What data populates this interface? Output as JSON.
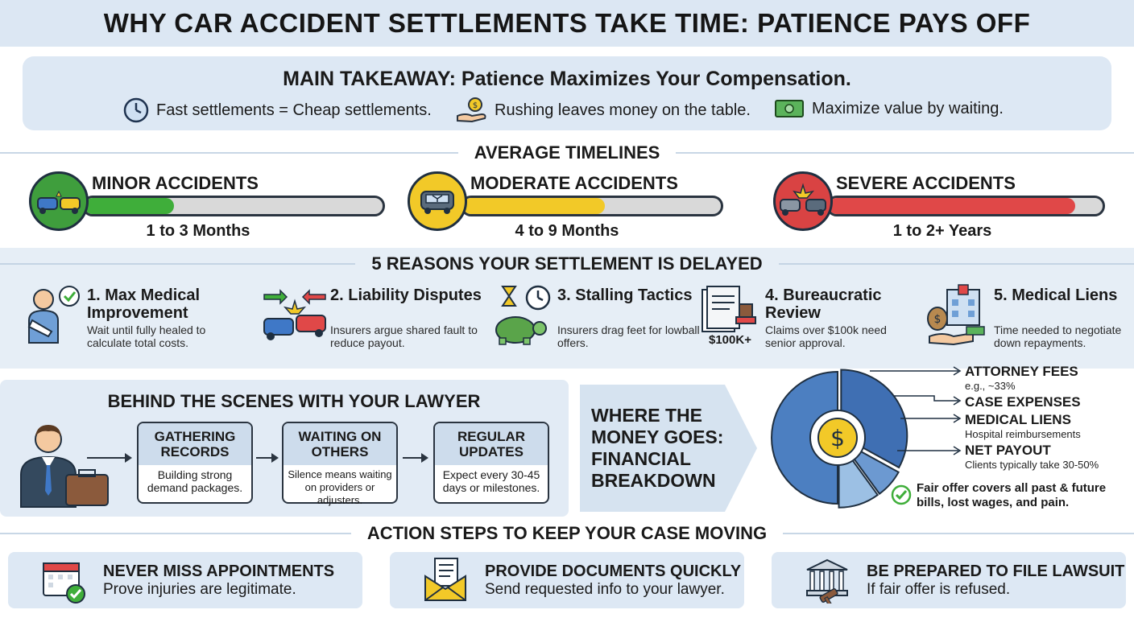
{
  "title": "WHY CAR ACCIDENT SETTLEMENTS TAKE TIME: PATIENCE PAYS OFF",
  "takeaway": {
    "heading": "MAIN TAKEAWAY: Patience Maximizes Your Compensation.",
    "items": [
      {
        "icon": "clock-icon",
        "text": "Fast settlements = Cheap settlements."
      },
      {
        "icon": "hand-coin-icon",
        "text": "Rushing leaves money on the table."
      },
      {
        "icon": "cash-bill-icon",
        "text": "Maximize value by waiting."
      }
    ]
  },
  "timelines": {
    "heading": "AVERAGE TIMELINES",
    "items": [
      {
        "title": "MINOR ACCIDENTS",
        "duration": "1 to 3 Months",
        "progress": 0.3,
        "color": "#3fae3a",
        "icon_bg": "#3f9e3d",
        "icon": "minor-crash-icon"
      },
      {
        "title": "MODERATE ACCIDENTS",
        "duration": "4 to 9 Months",
        "progress": 0.55,
        "color": "#f2c928",
        "icon_bg": "#f2c928",
        "icon": "cracked-windshield-icon"
      },
      {
        "title": "SEVERE ACCIDENTS",
        "duration": "1 to 2+ Years",
        "progress": 0.9,
        "color": "#e04848",
        "icon_bg": "#d94343",
        "icon": "severe-crash-icon"
      }
    ]
  },
  "reasons": {
    "heading": "5 REASONS YOUR SETTLEMENT IS DELAYED",
    "items": [
      {
        "title": "1. Max Medical Improvement",
        "desc": "Wait until fully healed to calculate total costs.",
        "icon": "injured-person-icon"
      },
      {
        "title": "2. Liability Disputes",
        "desc": "Insurers argue shared fault to reduce payout.",
        "icon": "car-collision-icon"
      },
      {
        "title": "3. Stalling Tactics",
        "desc": "Insurers drag feet for lowball offers.",
        "icon": "turtle-hourglass-icon"
      },
      {
        "title": "4. Bureaucratic Review",
        "desc": "Claims over $100k need senior approval.",
        "icon": "documents-stamp-icon",
        "badge": "$100K+"
      },
      {
        "title": "5. Medical Liens",
        "desc": "Time needed to negotiate down repayments.",
        "icon": "hospital-money-icon"
      }
    ]
  },
  "behind": {
    "heading": "BEHIND THE SCENES WITH YOUR LAWYER",
    "steps": [
      {
        "line1": "GATHERING",
        "line2": "RECORDS",
        "desc": "Building strong demand packages."
      },
      {
        "line1": "WAITING ON",
        "line2": "OTHERS",
        "desc": "Silence means waiting on providers or adjusters."
      },
      {
        "line1": "REGULAR",
        "line2": "UPDATES",
        "desc": "Expect every 30-45 days or milestones."
      }
    ]
  },
  "money": {
    "heading": "WHERE THE MONEY GOES: FINANCIAL BREAKDOWN",
    "slices": [
      {
        "label": "ATTORNEY FEES",
        "sub": "e.g., ~33%",
        "value": 33,
        "color": "#3f6fb3"
      },
      {
        "label": "CASE EXPENSES",
        "sub": "",
        "value": 7,
        "color": "#6c99d1"
      },
      {
        "label": "MEDICAL LIENS",
        "sub": "Hospital reimbursements",
        "value": 10,
        "color": "#9cc0e4"
      },
      {
        "label": "NET PAYOUT",
        "sub": "Clients typically take 30-50%",
        "value": 50,
        "color": "#4c7fc1"
      }
    ],
    "fair_offer": "Fair offer covers all past & future bills, lost wages, and pain."
  },
  "actions": {
    "heading": "ACTION STEPS TO KEEP YOUR CASE MOVING",
    "items": [
      {
        "title": "NEVER MISS APPOINTMENTS",
        "desc": "Prove injuries are legitimate.",
        "icon": "calendar-check-icon"
      },
      {
        "title": "PROVIDE DOCUMENTS QUICKLY",
        "desc": "Send requested info to your lawyer.",
        "icon": "envelope-document-icon"
      },
      {
        "title": "BE PREPARED TO FILE LAWSUIT",
        "desc": "If fair offer is refused.",
        "icon": "courthouse-gavel-icon"
      }
    ]
  }
}
